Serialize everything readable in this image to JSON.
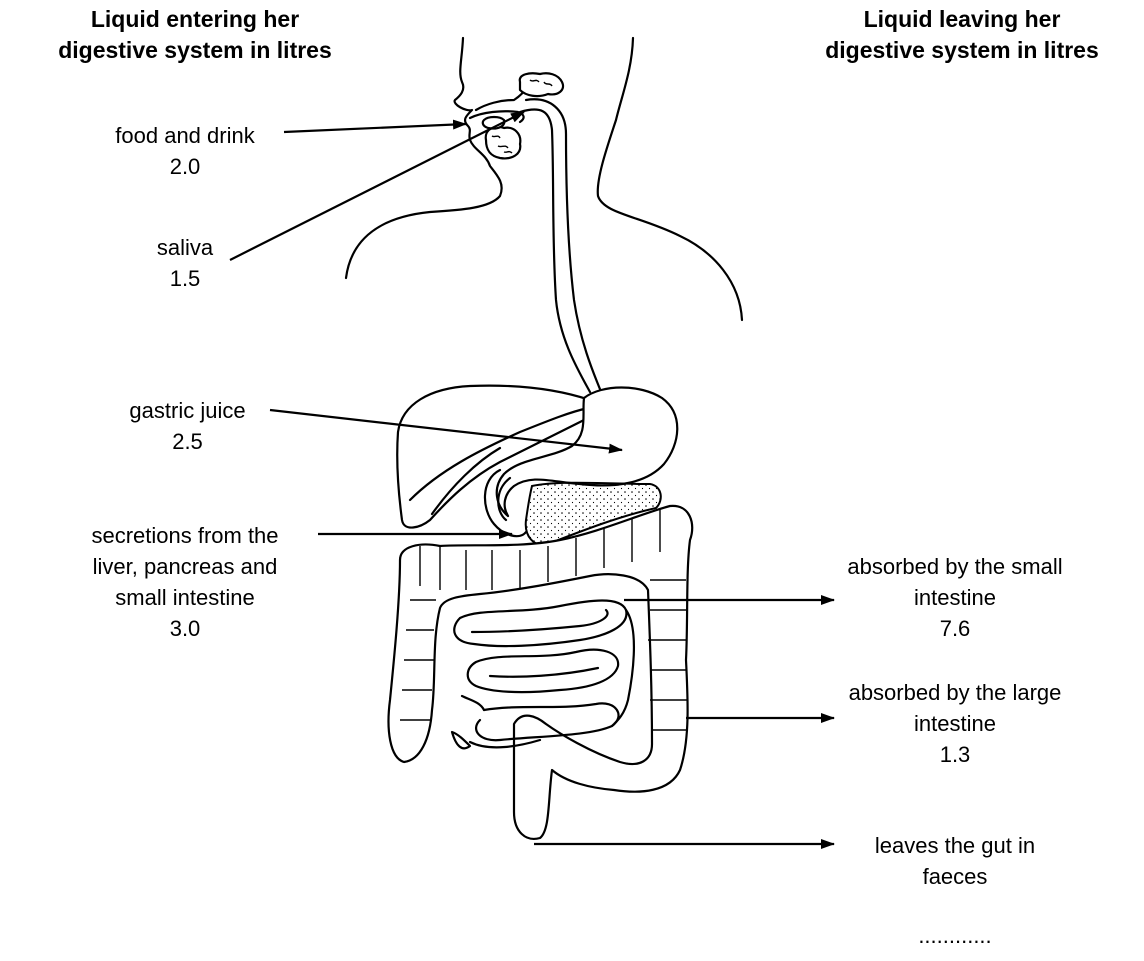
{
  "headers": {
    "left": [
      "Liquid entering her",
      "digestive system in litres"
    ],
    "right": [
      "Liquid leaving her",
      "digestive system in litres"
    ]
  },
  "inputs": [
    {
      "label": [
        "food and drink"
      ],
      "value": "2.0"
    },
    {
      "label": [
        "saliva"
      ],
      "value": "1.5"
    },
    {
      "label": [
        "gastric juice"
      ],
      "value": "2.5"
    },
    {
      "label": [
        "secretions from the",
        "liver, pancreas and",
        "small intestine"
      ],
      "value": "3.0"
    }
  ],
  "outputs": [
    {
      "label": [
        "absorbed by the small",
        "intestine"
      ],
      "value": "7.6"
    },
    {
      "label": [
        "absorbed by the large",
        "intestine"
      ],
      "value": "1.3"
    },
    {
      "label": [
        "leaves the gut in",
        "faeces"
      ],
      "value": "............"
    }
  ]
}
